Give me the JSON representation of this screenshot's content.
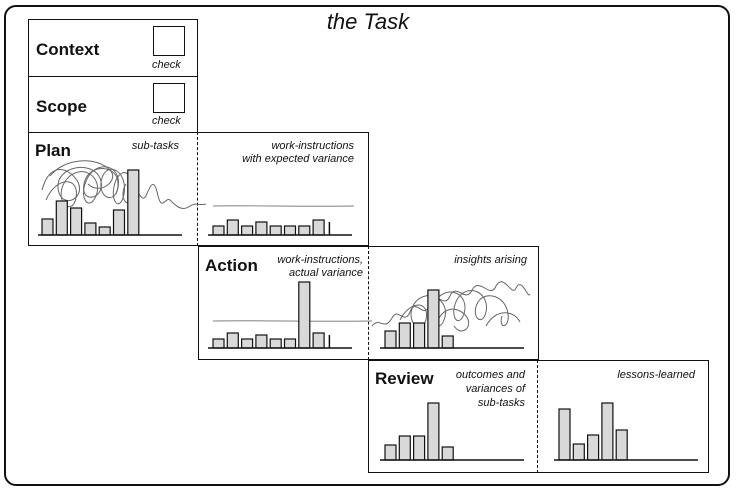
{
  "title": "the Task",
  "context": {
    "label": "Context",
    "check": "check"
  },
  "scope": {
    "label": "Scope",
    "check": "check"
  },
  "plan": {
    "label": "Plan",
    "note_left": "sub-tasks",
    "note_right_1": "work-instructions",
    "note_right_2": "with expected variance"
  },
  "action": {
    "label": "Action",
    "note_left_1": "work-instructions,",
    "note_left_2": "actual variance",
    "note_right": "insights arising"
  },
  "review": {
    "label": "Review",
    "note_left_1": "outcomes and",
    "note_left_2": "variances of",
    "note_left_3": "sub-tasks",
    "note_right": "lessons-learned"
  },
  "colors": {
    "bar_fill": "#d9d9d9",
    "stroke": "#111111",
    "scribble": "#666666",
    "variance_line": "#999999"
  },
  "chart_data": [
    {
      "type": "bar",
      "name": "plan-sub-tasks",
      "values": [
        16,
        34,
        27,
        12,
        8,
        25,
        65
      ]
    },
    {
      "type": "bar",
      "name": "plan-work-instructions",
      "values": [
        9,
        15,
        9,
        13,
        9,
        9,
        9,
        15,
        2
      ]
    },
    {
      "type": "bar",
      "name": "action-work-instructions",
      "values": [
        9,
        15,
        9,
        13,
        9,
        9,
        66,
        15,
        2
      ]
    },
    {
      "type": "bar",
      "name": "action-insights",
      "values": [
        17,
        25,
        25,
        58,
        12
      ]
    },
    {
      "type": "bar",
      "name": "review-outcomes",
      "values": [
        15,
        24,
        24,
        57,
        13
      ]
    },
    {
      "type": "bar",
      "name": "review-lessons",
      "values": [
        51,
        16,
        25,
        57,
        30
      ]
    }
  ]
}
